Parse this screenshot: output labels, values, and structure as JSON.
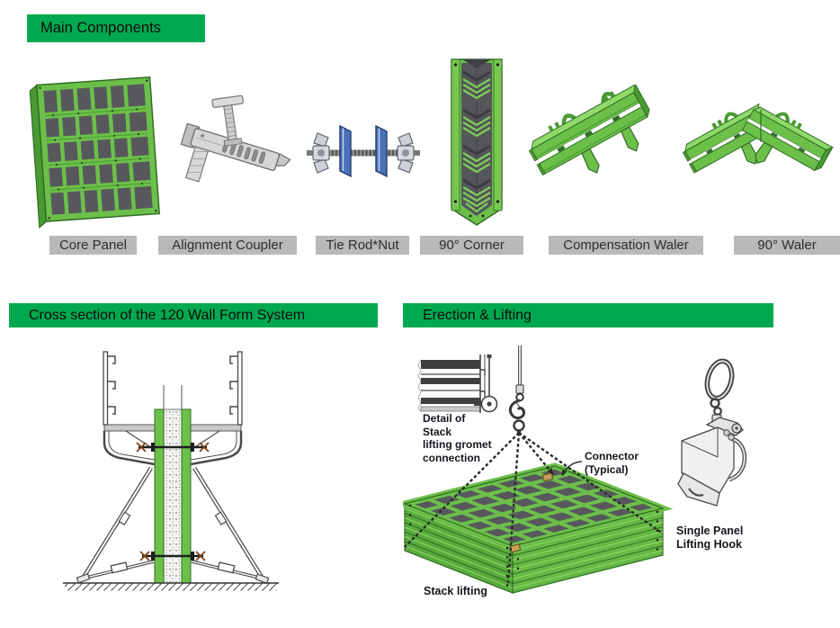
{
  "sections": {
    "main_components": "Main Components",
    "cross_section": "Cross section of the 120 Wall Form System",
    "erection": "Erection & Lifting"
  },
  "components": [
    {
      "label": "Core Panel"
    },
    {
      "label": "Alignment Coupler"
    },
    {
      "label": "Tie Rod*Nut"
    },
    {
      "label": "90° Corner"
    },
    {
      "label": "Compensation Waler"
    },
    {
      "label": "90° Waler"
    }
  ],
  "erection_annotations": {
    "detail": [
      "Detail of",
      "Stack",
      "lifting gromet",
      "connection"
    ],
    "connector": [
      "Connector",
      "(Typical)"
    ],
    "stack_lifting": "Stack lifting",
    "single_panel": [
      "Single Panel",
      "Lifting Hook"
    ]
  },
  "colors": {
    "banner_green": "#00A94F",
    "label_gray": "#b9b9b9",
    "panel_green": "#6CC04A",
    "panel_dark": "#57585c",
    "tie_rod_blue": "#4a72b8",
    "line_dark": "#2b2b2b"
  }
}
